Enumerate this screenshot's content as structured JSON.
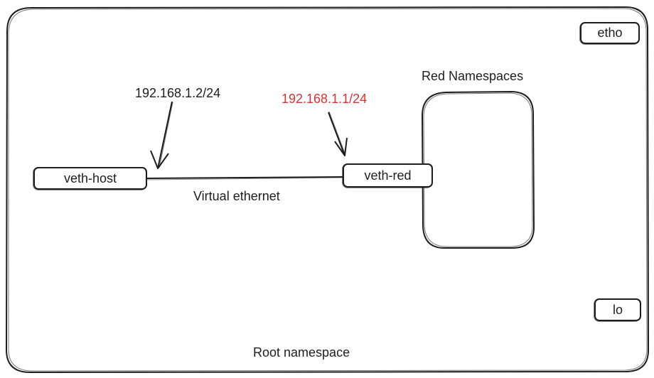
{
  "root_namespace": {
    "label": "Root namespace",
    "interfaces": {
      "etho": "etho",
      "lo": "lo"
    }
  },
  "red_namespace": {
    "label": "Red Namespaces"
  },
  "veth_pair": {
    "host_end": {
      "name": "veth-host",
      "ip": "192.168.1.2/24"
    },
    "red_end": {
      "name": "veth-red",
      "ip": "192.168.1.1/24"
    },
    "link_label": "Virtual ethernet"
  },
  "colors": {
    "stroke": "#1e1e1e",
    "highlight_ip": "#e03131"
  }
}
